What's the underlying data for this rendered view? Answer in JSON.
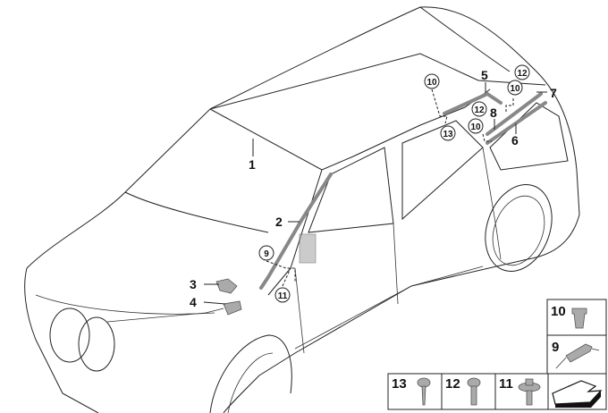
{
  "diagram": {
    "callouts": {
      "c1": "1",
      "c2": "2",
      "c3": "3",
      "c4": "4",
      "c5": "5",
      "c6": "6",
      "c7": "7",
      "c8": "8"
    },
    "circled": {
      "c9": "9",
      "c10a": "10",
      "c10b": "10",
      "c10c": "10",
      "c11": "11",
      "c12a": "12",
      "c12b": "12",
      "c13": "13"
    },
    "parts_table": {
      "p10": "10",
      "p9": "9",
      "p13": "13",
      "p12": "12",
      "p11": "11"
    }
  }
}
